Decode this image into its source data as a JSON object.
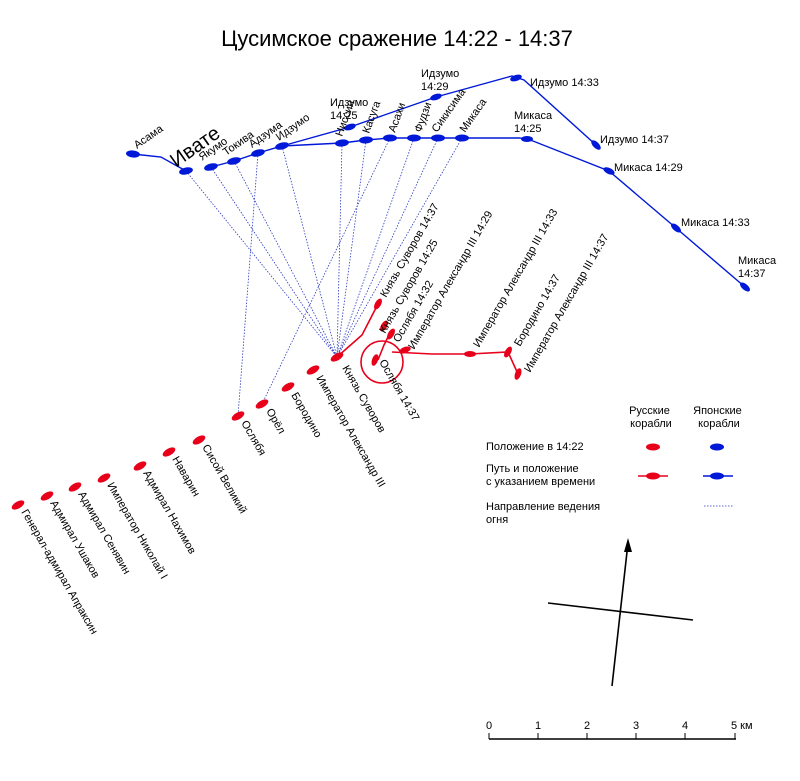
{
  "title": "Цусимское сражение 14:22 - 14:37",
  "colors": {
    "russian": "#e8001b",
    "japanese": "#0018d8",
    "fire": "#2b3ac0",
    "ink": "#000000"
  },
  "japanese": {
    "ships": [
      "Асама",
      "Ивате",
      "Якумо",
      "Токива",
      "Адзума",
      "Идзумо",
      "Ниссин",
      "Касуга",
      "Асахи",
      "Фудзи",
      "Сикисима",
      "Микаса"
    ],
    "track_labels": [
      "Идзумо 14:25",
      "Идзумо 14:29",
      "Идзумо 14:33",
      "Идзумо 14:37",
      "Микаса 14:25",
      "Микаса 14:29",
      "Микаса 14:33",
      "Микаса 14:37"
    ]
  },
  "russian": {
    "ships": [
      "Князь Суворов",
      "Император Александр III",
      "Бородино",
      "Орёл",
      "Ослябя",
      "Сисой Великий",
      "Наварин",
      "Адмирал Нахимов",
      "Император Николай I",
      "Адмирал Сенявин",
      "Адмирал Ушаков",
      "Генерал-адмирал Апраксин"
    ],
    "track_labels": [
      "Князь Суворов 14:37",
      "Князь Суворов 14:25",
      "Ослябя 14:32",
      "Император Александр III 14:29",
      "Император Александр III 14:33",
      "Бородино 14:37",
      "Император Александр III 14:37",
      "Ослябя 14:37"
    ]
  },
  "legend": {
    "russian_header": "Русские корабли",
    "japanese_header": "Японские корабли",
    "position": "Положение в 14:22",
    "path": "Путь и положение с указанием времени",
    "fire": "Направление ведения огня"
  },
  "scale": {
    "ticks": [
      "0",
      "1",
      "2",
      "3",
      "4"
    ],
    "end_label": "5 км"
  }
}
